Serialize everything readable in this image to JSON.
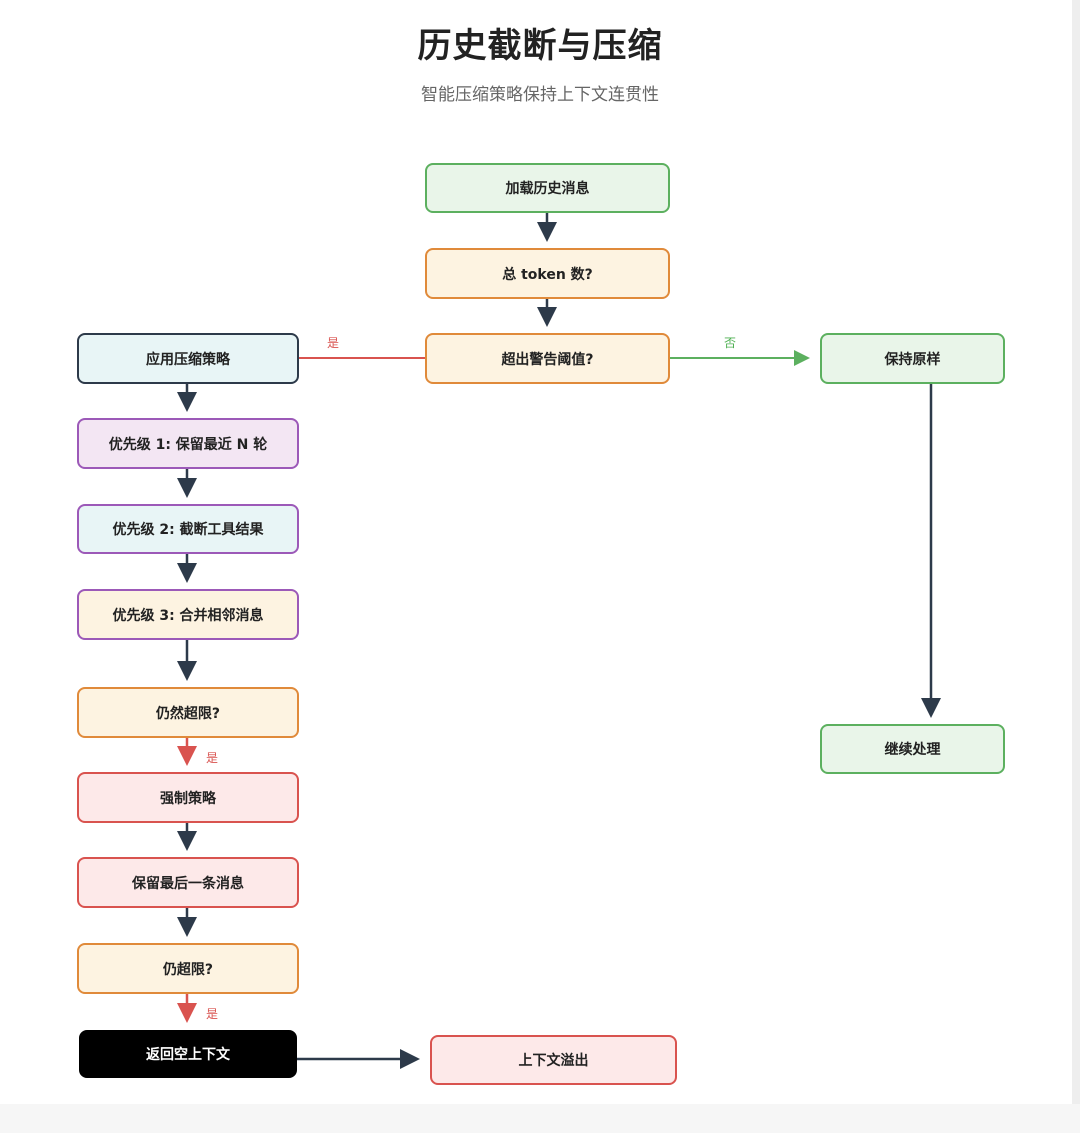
{
  "title": "历史截断与压缩",
  "subtitle": "智能压缩策略保持上下文连贯性",
  "nodes": {
    "load_history": "加载历史消息",
    "total_tokens": "总 token 数?",
    "exceed_threshold": "超出警告阈值?",
    "apply_compression": "应用压缩策略",
    "keep_original": "保持原样",
    "priority1": "优先级 1: 保留最近 N 轮",
    "priority2": "优先级 2: 截断工具结果",
    "priority3": "优先级 3: 合并相邻消息",
    "still_over": "仍然超限?",
    "force_strategy": "强制策略",
    "keep_last": "保留最后一条消息",
    "still_over2": "仍超限?",
    "return_empty": "返回空上下文",
    "context_overflow": "上下文溢出",
    "continue_process": "继续处理"
  },
  "edge_labels": {
    "threshold_yes": "是",
    "threshold_no": "否",
    "still_over_yes": "是",
    "still_over2_yes": "是"
  },
  "colors": {
    "green": "#5cb05f",
    "orange": "#e08a3a",
    "purple": "#9c59b8",
    "red": "#d9534f",
    "navy": "#2d3a4a"
  }
}
